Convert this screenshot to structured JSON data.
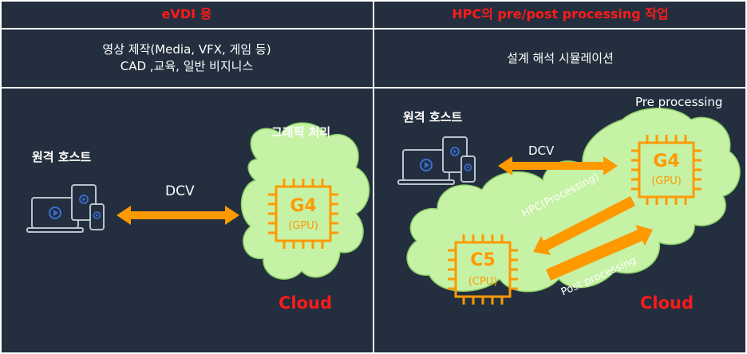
{
  "left": {
    "header": "eVDI 용",
    "subtitle_line1": "영상 제작(Media, VFX, 게임 등)",
    "subtitle_line2": "CAD ,교육, 일반 비지니스",
    "remote_host": "원격 호스트",
    "graphics_label": "그래픽 처리",
    "link_label": "DCV",
    "gpu_name": "G4",
    "gpu_unit": "(GPU)",
    "cloud_label": "Cloud"
  },
  "right": {
    "header": "HPC의 pre/post processing 작업",
    "subtitle": "설계 해석 시뮬레이션",
    "remote_host": "원격 호스트",
    "pre_label": "Pre processing",
    "link_label": "DCV",
    "gpu_name": "G4",
    "gpu_unit": "(GPU)",
    "cpu_name": "C5",
    "cpu_unit": "(CPU)",
    "hpc_label": "HPC(Processing)",
    "post_label": "Post processing",
    "cloud_label": "Cloud"
  },
  "colors": {
    "background": "#232f3e",
    "header_text": "#ff1a1a",
    "cloud_fill": "#c6f2a6",
    "chip": "#ff9900",
    "arrow": "#ff9900",
    "device_blue": "#3b6fd6"
  }
}
